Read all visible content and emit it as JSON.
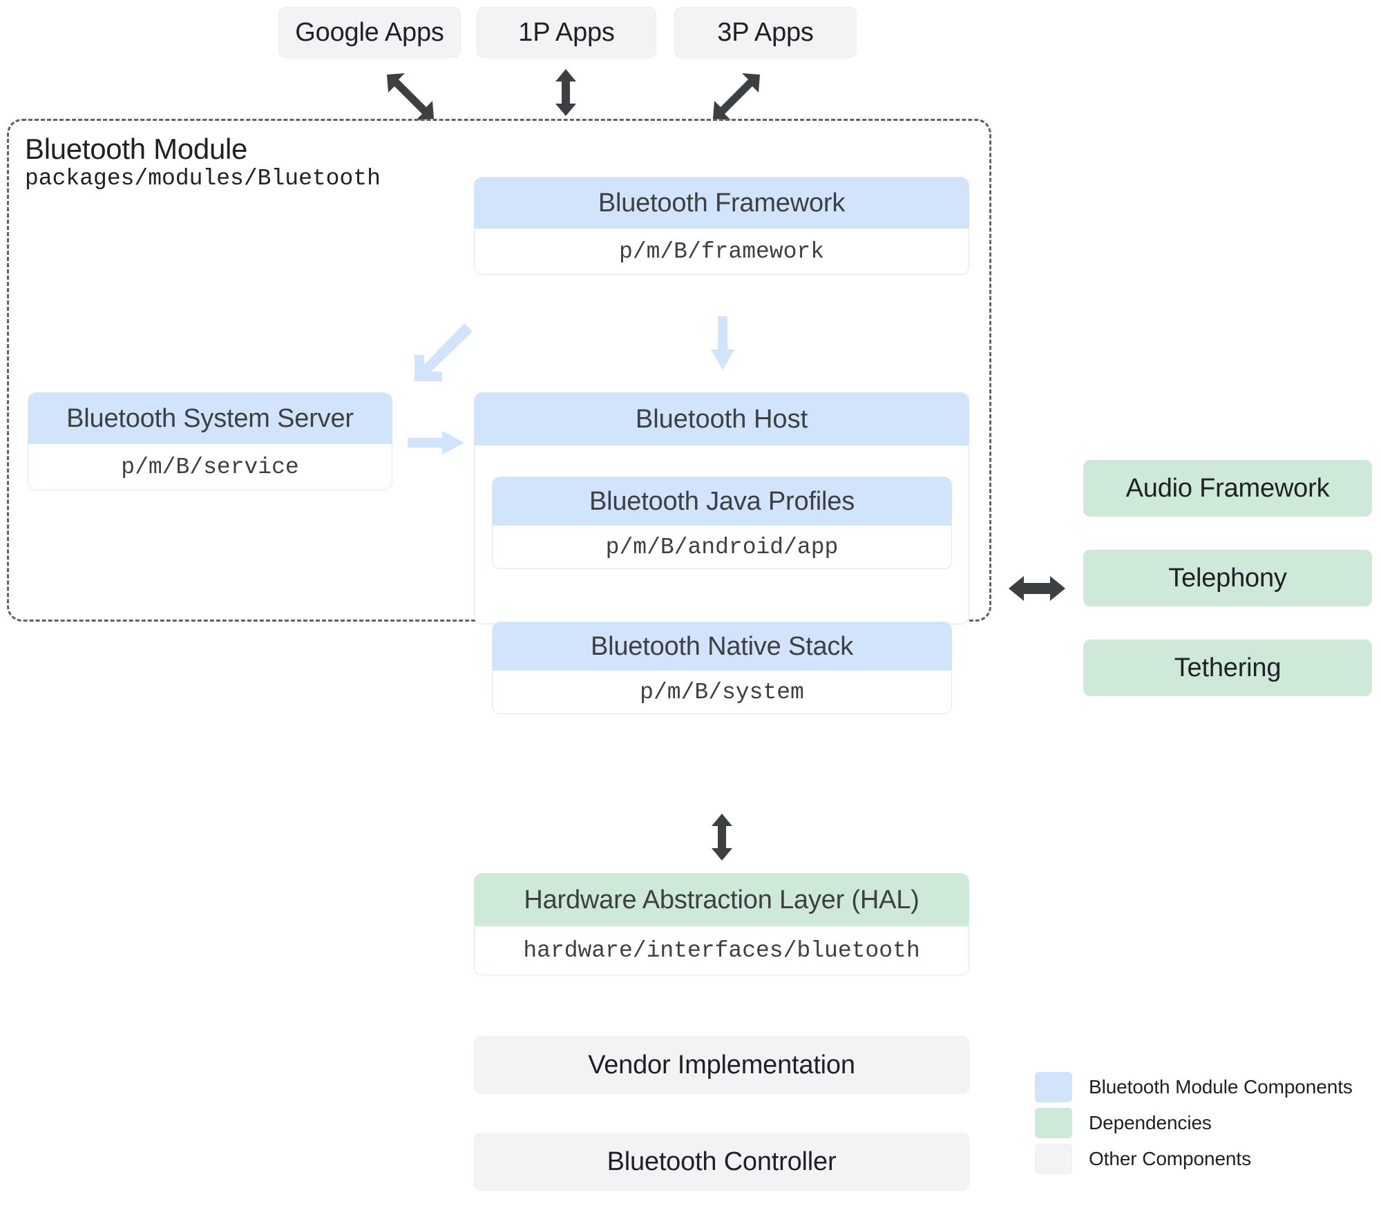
{
  "top_apps": [
    {
      "label": "Google Apps",
      "arrow": "diagonal-nwse-bidirectional-arrow-icon"
    },
    {
      "label": "1P Apps",
      "arrow": "vertical-bidirectional-arrow-icon"
    },
    {
      "label": "3P Apps",
      "arrow": "diagonal-nesw-bidirectional-arrow-icon"
    }
  ],
  "module": {
    "title": "Bluetooth Module",
    "path": "packages/modules/Bluetooth",
    "framework": {
      "title": "Bluetooth Framework",
      "path": "p/m/B/framework"
    },
    "system_server": {
      "title": "Bluetooth System Server",
      "path": "p/m/B/service"
    },
    "host": {
      "title": "Bluetooth Host",
      "children": [
        {
          "title": "Bluetooth Java Profiles",
          "path": "p/m/B/android/app"
        },
        {
          "title": "Bluetooth Native Stack",
          "path": "p/m/B/system"
        }
      ]
    }
  },
  "dependencies": [
    {
      "label": "Audio Framework"
    },
    {
      "label": "Telephony"
    },
    {
      "label": "Tethering"
    }
  ],
  "hal": {
    "title": "Hardware Abstraction Layer (HAL)",
    "path": "hardware/interfaces/bluetooth"
  },
  "bottom_boxes": [
    {
      "label": "Vendor Implementation"
    },
    {
      "label": "Bluetooth Controller"
    }
  ],
  "legend": [
    {
      "label": "Bluetooth Module Components",
      "color": "#d2e3fc"
    },
    {
      "label": "Dependencies",
      "color": "#cfe9d9"
    },
    {
      "label": "Other Components",
      "color": "#f2f3f5"
    }
  ],
  "colors": {
    "module_component": "#d2e3fc",
    "dependency": "#cfe9d9",
    "other_component": "#f2f3f5",
    "arrow_dark": "#3c4043",
    "arrow_light": "#d2e3fc",
    "module_border": "#5f6368"
  }
}
